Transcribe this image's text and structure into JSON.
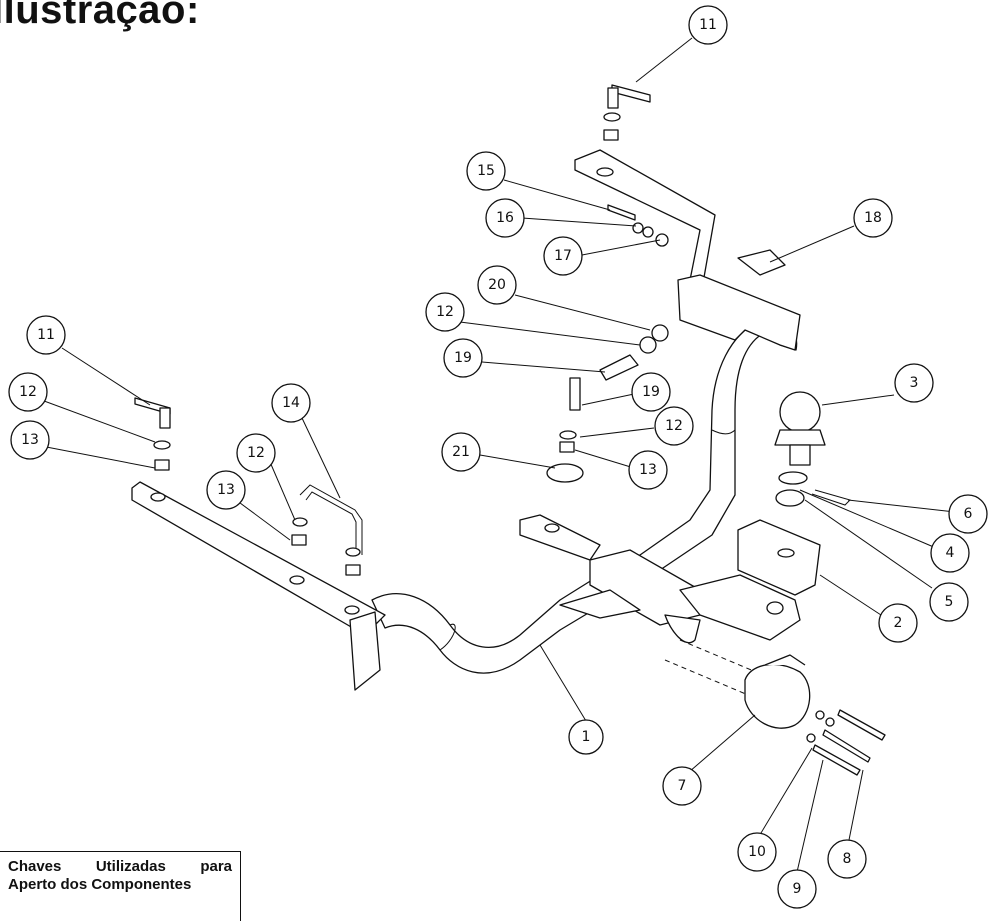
{
  "title": "Ilustração:",
  "keys_box": {
    "line1_words": [
      "Chaves",
      "Utilizadas",
      "para"
    ],
    "line2": "Aperto dos Componentes"
  },
  "callouts": [
    "11",
    "11",
    "12",
    "12",
    "12",
    "12",
    "13",
    "13",
    "13",
    "14",
    "15",
    "16",
    "17",
    "18",
    "19",
    "19",
    "20",
    "21",
    "1",
    "2",
    "3",
    "4",
    "5",
    "6",
    "7",
    "8",
    "9",
    "10"
  ]
}
